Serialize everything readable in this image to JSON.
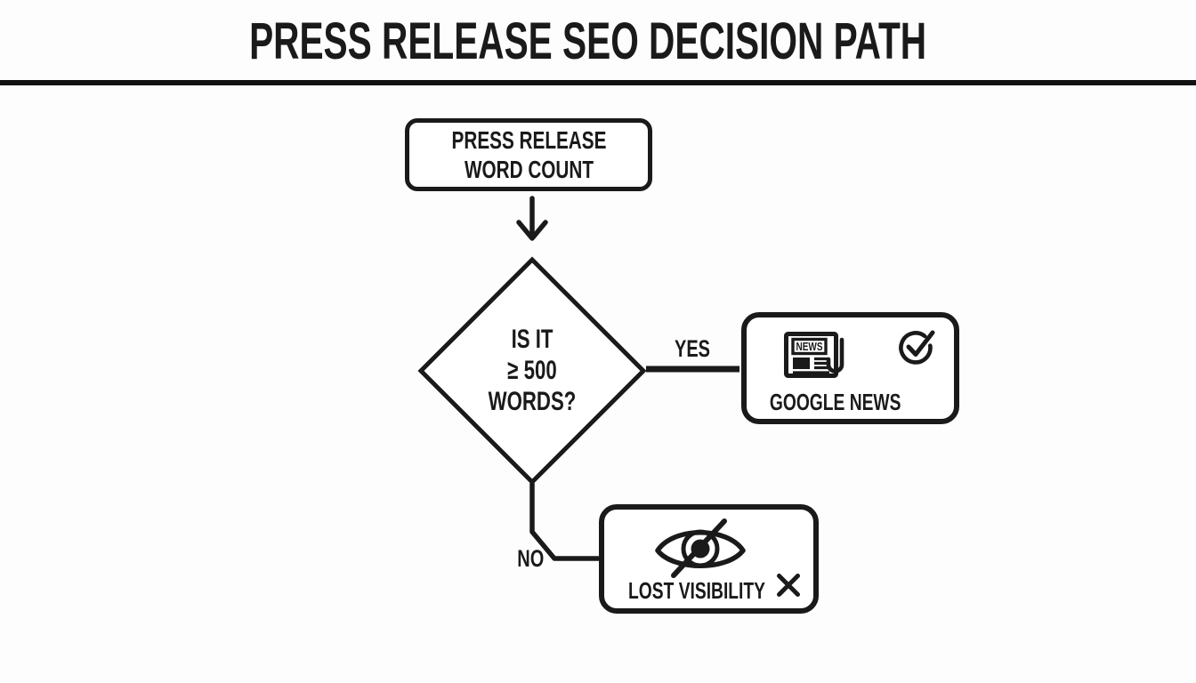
{
  "page": {
    "background_color": "#fdfdfd",
    "ink_color": "#1a1a1a"
  },
  "header": {
    "title": "PRESS RELEASE SEO DECISION PATH"
  },
  "flowchart": {
    "start_node": {
      "line1": "PRESS RELEASE",
      "line2": "WORD COUNT"
    },
    "decision_node": {
      "line1": "IS IT",
      "line2": "≥ 500",
      "line3": "WORDS?"
    },
    "yes_branch": {
      "label": "YES"
    },
    "no_branch": {
      "label": "NO"
    },
    "google_news_node": {
      "label": "GOOGLE NEWS",
      "newspaper_masthead": "NEWS",
      "icons": [
        "newspaper-icon",
        "check-circle-icon"
      ]
    },
    "lost_visibility_node": {
      "label": "LOST VISIBILITY",
      "icons": [
        "eye-slash-icon",
        "x-mark-icon"
      ]
    }
  }
}
